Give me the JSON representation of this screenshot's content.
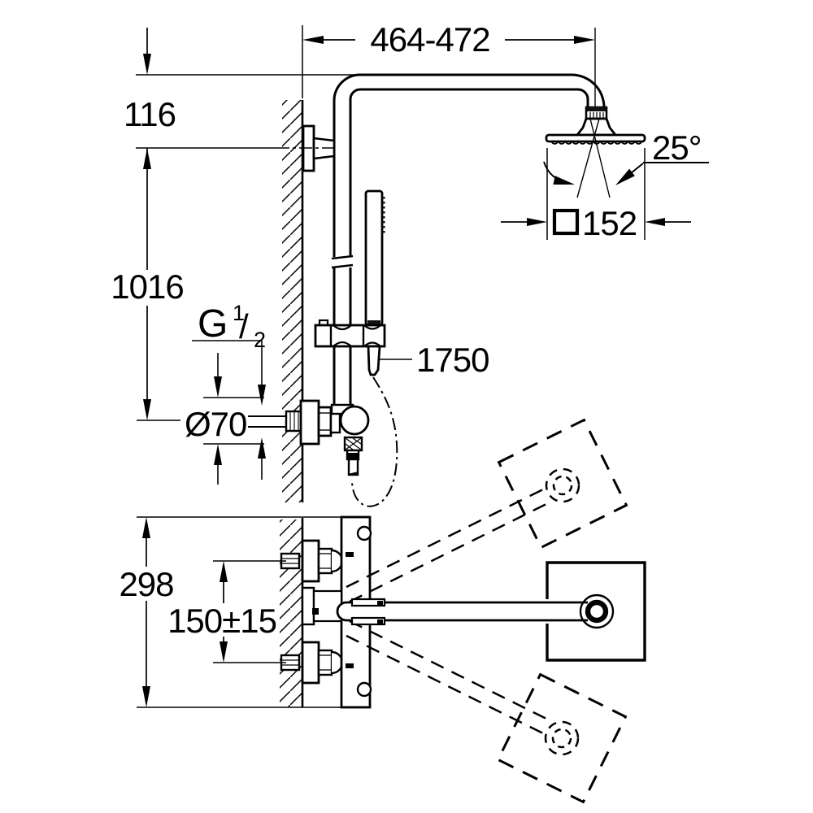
{
  "drawing": {
    "type": "technical-dimension-drawing",
    "subject": "wall-mounted shower system with head shower, hand shower and thermostat, side view and top view",
    "line_color": "#000000",
    "background_color": "#ffffff"
  },
  "dimensions": {
    "arm_projection": "464-472",
    "wall_offset": "116",
    "riser_height": "1016",
    "thread_g": "G",
    "thread_num": "1",
    "thread_slash": "/",
    "thread_den": "2",
    "flange_diameter": "Ø70",
    "hose_length": "1750",
    "swivel_angle": "25°",
    "head_size": "152",
    "valve_overall": "298",
    "inlet_spacing": "150±15"
  },
  "icons": {
    "square_head_symbol": "□"
  }
}
